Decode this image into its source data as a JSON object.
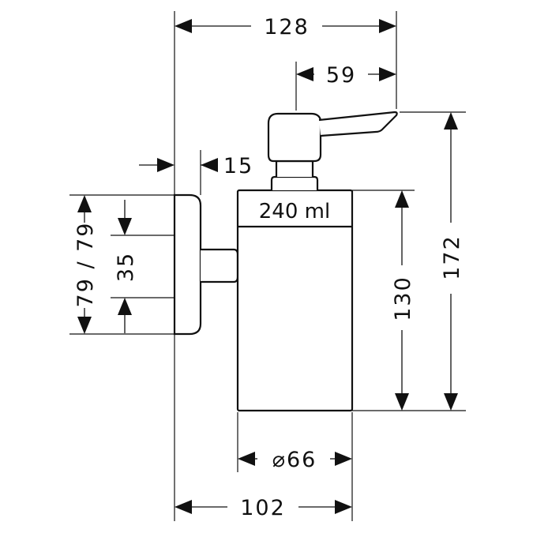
{
  "dimensions": {
    "overall_width": "128",
    "spout_reach": "59",
    "rosette_depth": "15",
    "rosette_height": "79 / 79",
    "fixing_spacing": "35",
    "container_height": "130",
    "overall_height": "172",
    "container_diameter": "⌀66",
    "projection": "102"
  },
  "capacity_label": "240 ml"
}
